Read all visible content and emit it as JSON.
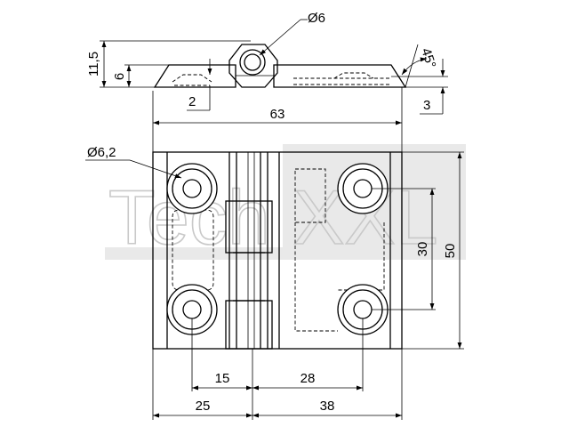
{
  "watermark": {
    "part1": "Tech",
    "part2": "XXL"
  },
  "dimensions": {
    "side_hole_dia": "Ø6",
    "height_total": "11,5",
    "height_leaf": "6",
    "recess_depth": "2",
    "bevel_angle": "45°",
    "edge_thickness": "3",
    "overall_width": "63",
    "front_hole_dia": "Ø6,2",
    "hole_spacing_vertical": "30",
    "overall_height": "50",
    "left_hole_offset": "15",
    "right_hole_offset": "28",
    "left_leaf_width": "25",
    "right_leaf_width": "38"
  }
}
